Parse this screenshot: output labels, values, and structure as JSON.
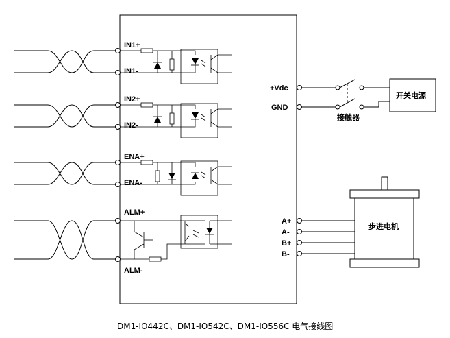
{
  "driver": {
    "inputs": [
      {
        "plus": "IN1+",
        "minus": "IN1-"
      },
      {
        "plus": "IN2+",
        "minus": "IN2-"
      },
      {
        "plus": "ENA+",
        "minus": "ENA-"
      }
    ],
    "alarm": {
      "plus": "ALM+",
      "minus": "ALM-"
    },
    "power_terminals": {
      "vdc": "+Vdc",
      "gnd": "GND"
    },
    "motor_terminals": [
      "A+",
      "A-",
      "B+",
      "B-"
    ]
  },
  "external": {
    "contactor_label": "接触器",
    "power_supply_label": "开关电源",
    "motor_label": "步进电机"
  },
  "caption": "DM1-IO442C、DM1-IO542C、DM1-IO556C 电气接线图"
}
